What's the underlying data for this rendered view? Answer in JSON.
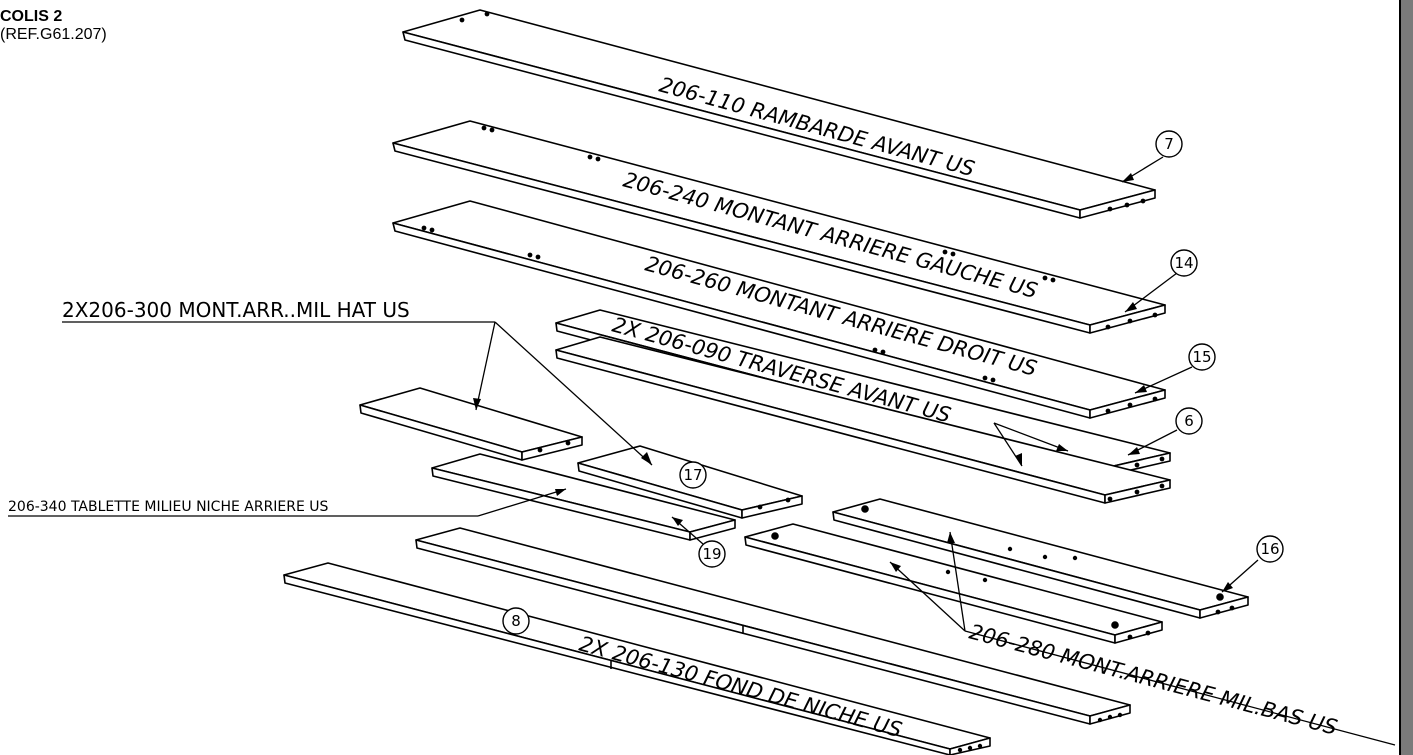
{
  "header": {
    "package": "COLIS 2",
    "reference": "(REF.G61.207)"
  },
  "parts": [
    {
      "id": "rambarde",
      "label": "206-110 RAMBARDE AVANT US",
      "bubble": "7"
    },
    {
      "id": "montant-gauche",
      "label": "206-240 MONTANT ARRIERE GAUCHE US",
      "bubble": "14"
    },
    {
      "id": "montant-droit",
      "label": "206-260 MONTANT ARRIERE DROIT US",
      "bubble": "15"
    },
    {
      "id": "traverse",
      "label": "2X 206-090 TRAVERSE AVANT US",
      "bubble": "6"
    },
    {
      "id": "mont-mil-hat",
      "label": "2X206-300 MONT.ARR..MIL HAT US",
      "bubble": "17"
    },
    {
      "id": "tablette",
      "label": "206-340 TABLETTE MILIEU NICHE ARRIERE US",
      "bubble": "19"
    },
    {
      "id": "mont-mil-bas",
      "label": "206-280 MONT.ARRIERE MIL.BAS US",
      "bubble": "16"
    },
    {
      "id": "fond-niche",
      "label": "2X 206-130 FOND DE NICHE US",
      "bubble": "8"
    }
  ]
}
